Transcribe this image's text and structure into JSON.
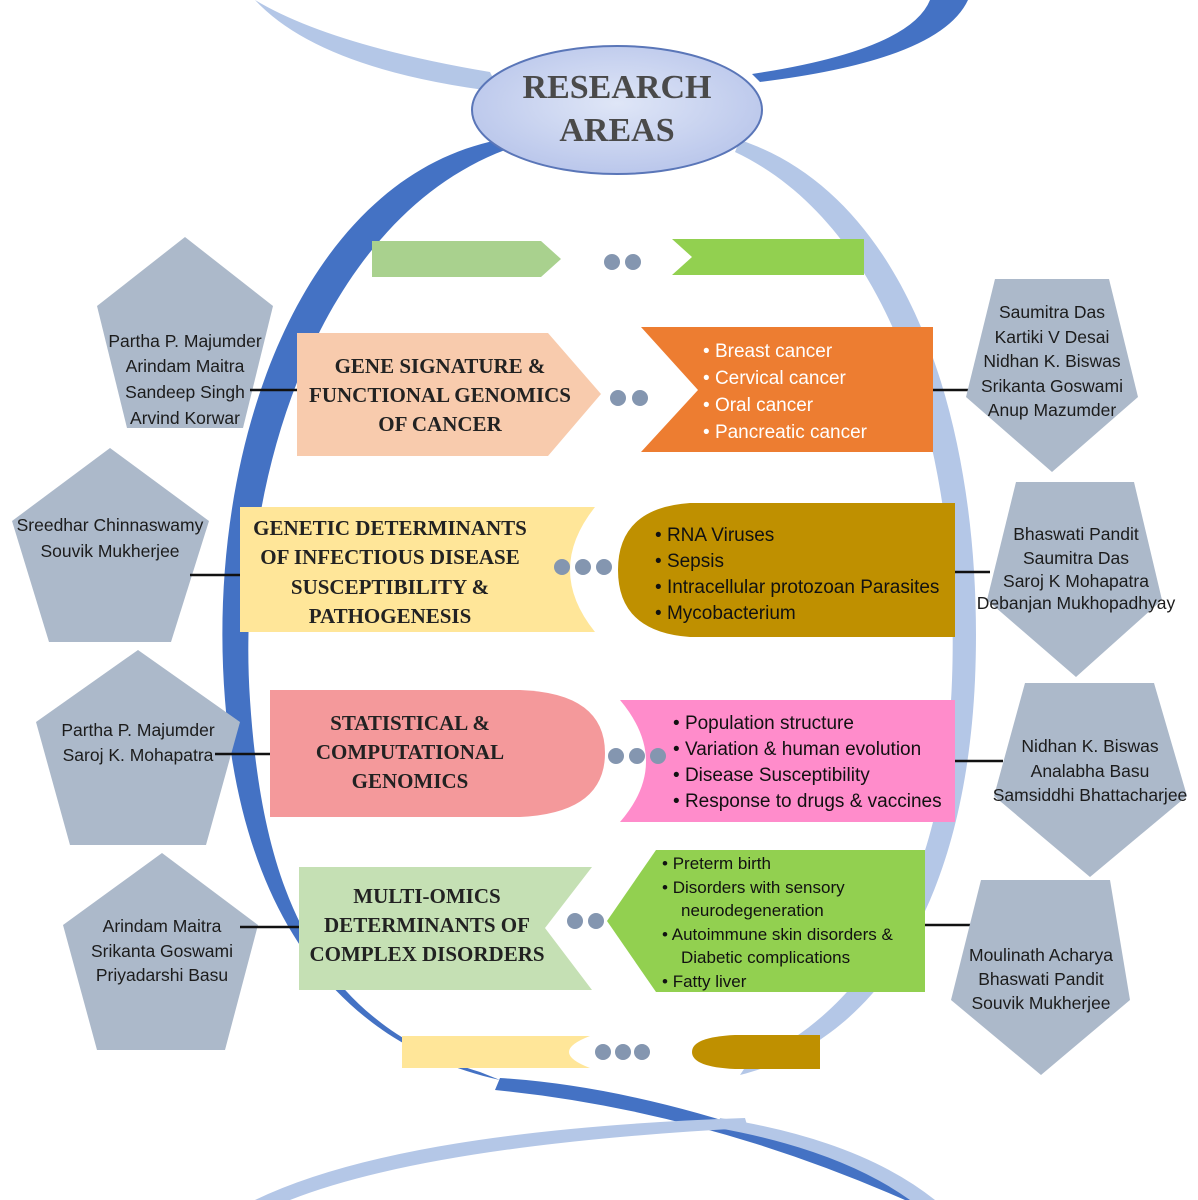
{
  "title": {
    "line1": "RESEARCH",
    "line2": "AREAS"
  },
  "colors": {
    "helix_dark": "#4472c4",
    "helix_light": "#b4c7e7",
    "pentagon": "#acb9ca",
    "area1_box": "#f8cbad",
    "area1_bullets": "#ed7d31",
    "area2_box": "#ffe699",
    "area2_bullets": "#bf9000",
    "area3_box": "#f4999b",
    "area3_bullets": "#ff8ccb",
    "area4_box": "#c5e0b4",
    "area4_bullets": "#92d050",
    "deco_green_light": "#a9d18e",
    "deco_green": "#92d050",
    "dot": "#8496b0"
  },
  "areas": [
    {
      "title": [
        "GENE SIGNATURE &",
        "FUNCTIONAL GENOMICS",
        "OF CANCER"
      ],
      "bullets": [
        "Breast cancer",
        "Cervical cancer",
        "Oral cancer",
        "Pancreatic cancer"
      ],
      "left_names": [
        "Partha P. Majumder",
        "Arindam Maitra",
        "Sandeep Singh",
        "Arvind Korwar"
      ],
      "right_names": [
        "Saumitra Das",
        "Kartiki V Desai",
        "Nidhan K. Biswas",
        "Srikanta Goswami",
        "Anup Mazumder"
      ]
    },
    {
      "title": [
        "GENETIC DETERMINANTS",
        "OF INFECTIOUS DISEASE",
        "SUSCEPTIBILITY &",
        "PATHOGENESIS"
      ],
      "bullets": [
        "RNA Viruses",
        "Sepsis",
        "Intracellular protozoan Parasites",
        "Mycobacterium"
      ],
      "left_names": [
        "Sreedhar Chinnaswamy",
        "Souvik Mukherjee"
      ],
      "right_names": [
        "Bhaswati Pandit",
        "Saumitra Das",
        "Saroj K Mohapatra",
        "Debanjan Mukhopadhyay"
      ]
    },
    {
      "title": [
        "STATISTICAL &",
        "COMPUTATIONAL",
        "GENOMICS"
      ],
      "bullets": [
        "Population structure",
        "Variation & human evolution",
        "Disease Susceptibility",
        "Response to drugs & vaccines"
      ],
      "left_names": [
        "Partha P. Majumder",
        "Saroj K. Mohapatra"
      ],
      "right_names": [
        "Nidhan K. Biswas",
        "Analabha Basu",
        "Samsiddhi Bhattacharjee"
      ]
    },
    {
      "title": [
        "MULTI-OMICS",
        "DETERMINANTS OF",
        "COMPLEX DISORDERS"
      ],
      "bullets": [
        "Preterm birth",
        "Disorders with sensory",
        "neurodegeneration",
        "Autoimmune skin disorders &",
        "Diabetic complications",
        "Fatty liver"
      ],
      "left_names": [
        "Arindam Maitra",
        "Srikanta Goswami",
        "Priyadarshi Basu"
      ],
      "right_names": [
        "Moulinath Acharya",
        "Bhaswati Pandit",
        "Souvik Mukherjee"
      ]
    }
  ]
}
